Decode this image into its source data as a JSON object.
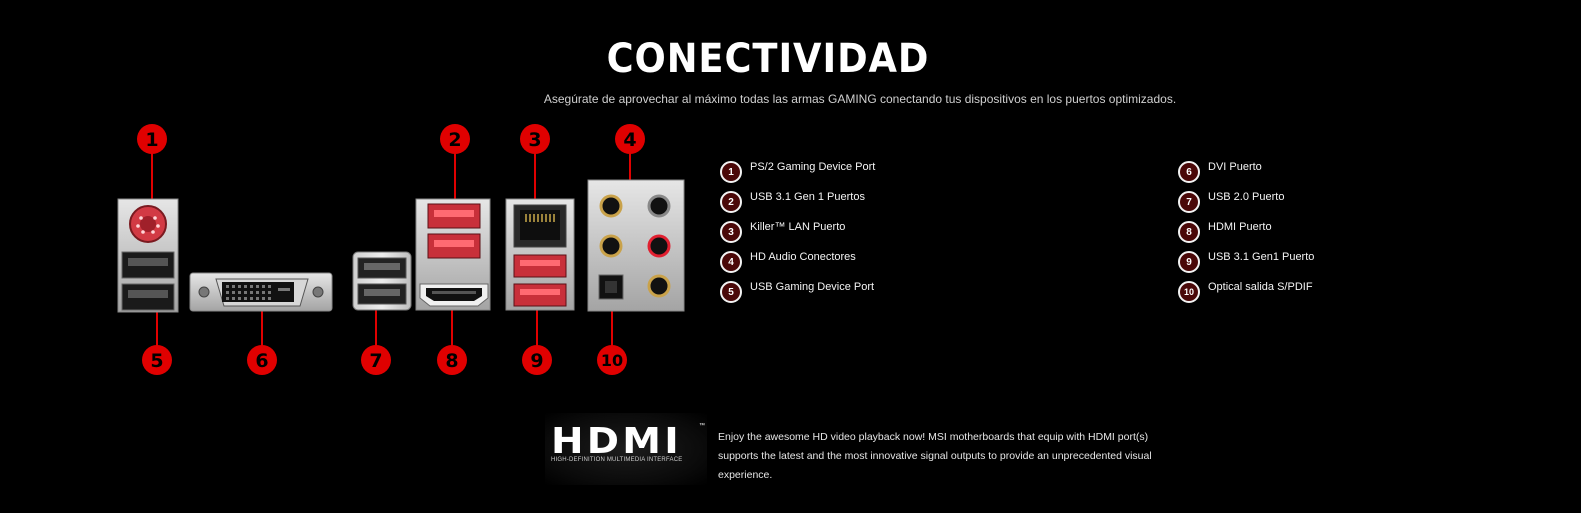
{
  "header": {
    "title": "CONECTIVIDAD",
    "subtitle": "Asegúrate de aprovechar al máximo todas las armas GAMING conectando tus dispositivos en los puertos optimizados."
  },
  "diagram": {
    "markers": [
      "1",
      "2",
      "3",
      "4",
      "5",
      "6",
      "7",
      "8",
      "9",
      "10"
    ],
    "accent_color": "#e00000"
  },
  "legend": [
    {
      "number": "1",
      "label": "PS/2 Gaming Device Port"
    },
    {
      "number": "2",
      "label": "USB 3.1 Gen 1 Puertos"
    },
    {
      "number": "3",
      "label": "Killer™ LAN Puerto"
    },
    {
      "number": "4",
      "label": "HD Audio Conectores"
    },
    {
      "number": "5",
      "label": "USB Gaming Device Port"
    },
    {
      "number": "6",
      "label": "DVI Puerto"
    },
    {
      "number": "7",
      "label": "USB 2.0 Puerto"
    },
    {
      "number": "8",
      "label": "HDMI Puerto"
    },
    {
      "number": "9",
      "label": "USB 3.1 Gen1 Puerto"
    },
    {
      "number": "10",
      "label": "Optical salida S/PDIF"
    }
  ],
  "hdmi": {
    "logo_word": "HDMI",
    "trademark": "™",
    "tagline": "HIGH-DEFINITION MULTIMEDIA INTERFACE",
    "description": "Enjoy the awesome HD video playback now! MSI motherboards that equip with HDMI port(s) supports the latest and the most innovative signal outputs to provide an unprecedented visual experience."
  }
}
